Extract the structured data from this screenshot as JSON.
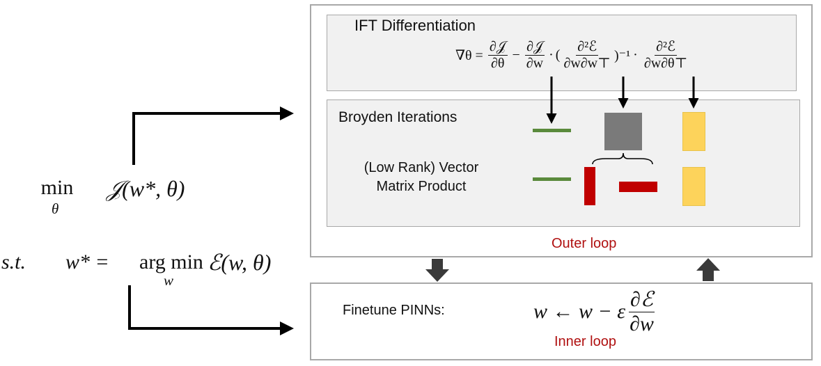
{
  "objective": {
    "min_word": "min",
    "min_subscript": "θ",
    "function_expr": "𝒥(w*, θ)"
  },
  "constraint": {
    "st": "s.t.",
    "lhs": "w* =",
    "argmin": "arg min",
    "argmin_subscript": "w",
    "energy": "ℰ(w, θ)"
  },
  "ift": {
    "title": "IFT Differentiation",
    "formula": {
      "lhs": "∇θ =",
      "term1_num": "∂𝒥",
      "term1_den": "∂θ",
      "minus": "−",
      "term2_num": "∂𝒥",
      "term2_den": "∂w",
      "dot1": "·",
      "open_paren": "(",
      "term3_num": "∂²ℰ",
      "term3_den": "∂w∂w⊤",
      "close_paren_inverse": ")⁻¹",
      "dot2": "·",
      "term4_num": "∂²ℰ",
      "term4_den": "∂w∂θ⊤"
    }
  },
  "broyden": {
    "title": "Broyden Iterations",
    "vmp_line1": "(Low Rank) Vector",
    "vmp_line2": "Matrix Product"
  },
  "outer_loop_label": "Outer loop",
  "inner": {
    "finetune_label": "Finetune PINNs:",
    "update_lhs": "w ← w − ε",
    "update_num": "∂ℰ",
    "update_den": "∂w",
    "inner_loop_label": "Inner loop"
  },
  "colors": {
    "green_bar": "#5a8a3c",
    "gray_block": "#7a7a7a",
    "yellow_block": "#fdd35b",
    "red_block": "#c00000",
    "loop_label": "#b01010",
    "box_border": "#a8a8a8",
    "box_fill": "#f1f1f1",
    "arrow": "#000000",
    "small_arrow": "#3a3a3a"
  }
}
